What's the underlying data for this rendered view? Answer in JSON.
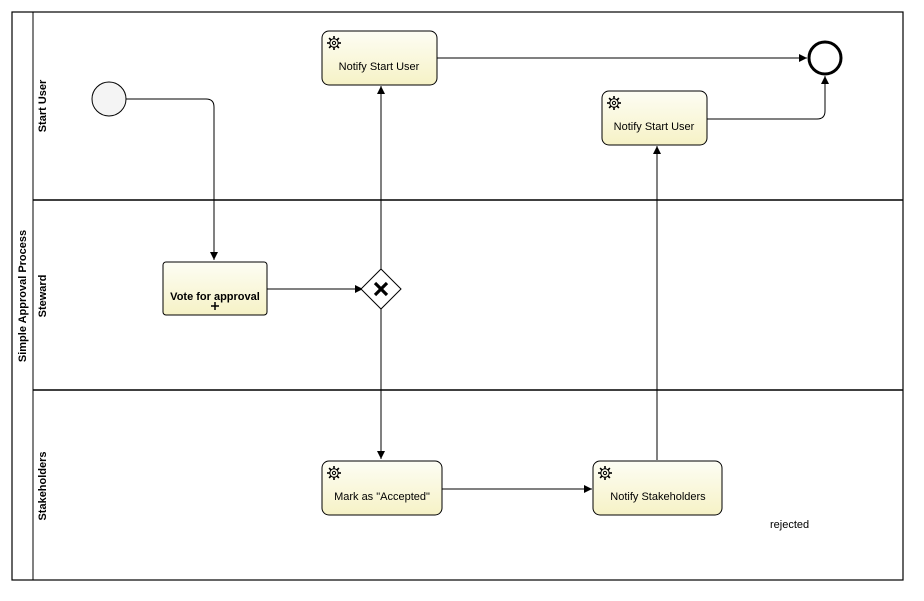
{
  "pool": {
    "label": "Simple Approval Process"
  },
  "lanes": {
    "start_user": "Start User",
    "steward": "Steward",
    "stakeholders": "Stakeholders"
  },
  "tasks": {
    "notify_start_user_top": "Notify Start User",
    "notify_start_user_mid": "Notify Start User",
    "vote_for_approval": "Vote for approval",
    "mark_accepted": "Mark as \"Accepted\"",
    "notify_stakeholders": "Notify Stakeholders"
  },
  "annotations": {
    "rejected": "rejected"
  },
  "icons": {
    "service_task": "gear-icon",
    "gateway": "exclusive-gateway-x-icon",
    "subprocess_marker": "plus-icon"
  },
  "colors": {
    "task_fill_top": "#fdfdf4",
    "task_fill_bottom": "#f6f2c6",
    "lines": "#000000",
    "start_event_fill": "#f4f4f4"
  }
}
